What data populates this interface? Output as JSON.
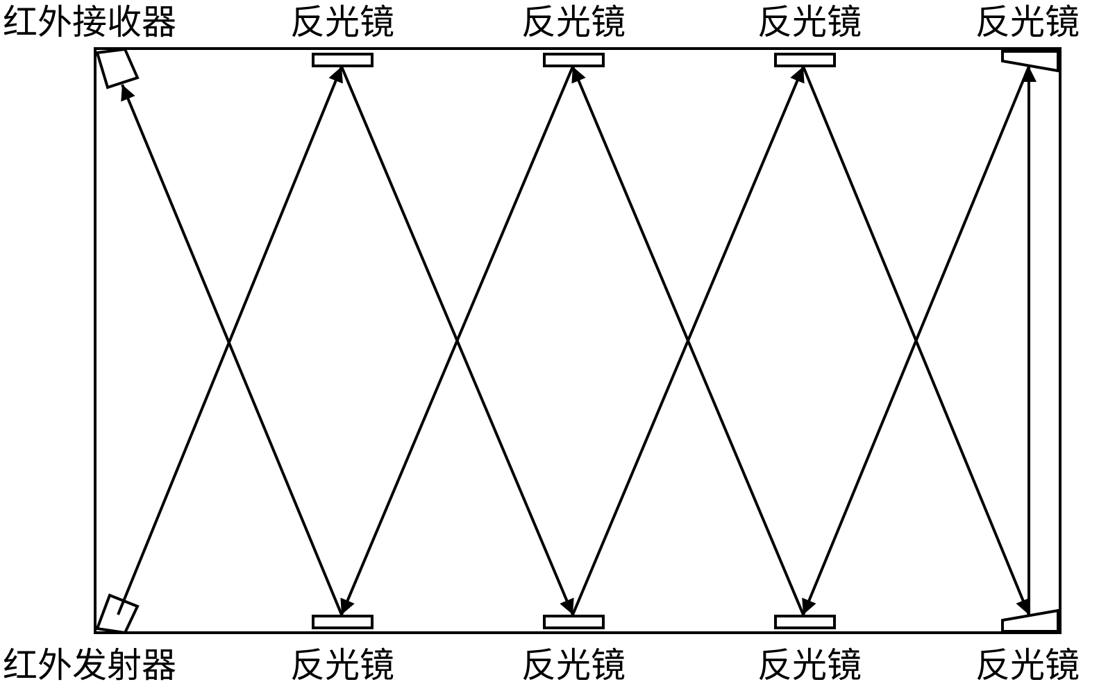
{
  "labels": {
    "receiver": "红外接收器",
    "emitter": "红外发射器",
    "top_mirror_1": "反光镜",
    "top_mirror_2": "反光镜",
    "top_mirror_3": "反光镜",
    "top_mirror_4": "反光镜",
    "bottom_mirror_1": "反光镜",
    "bottom_mirror_2": "反光镜",
    "bottom_mirror_3": "反光镜",
    "bottom_mirror_4": "反光镜"
  },
  "colors": {
    "stroke": "#000000",
    "background": "#ffffff"
  }
}
